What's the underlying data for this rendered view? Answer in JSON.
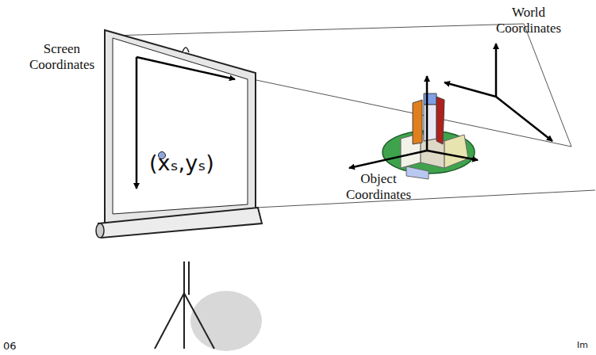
{
  "diagram": {
    "labels": [
      "Screen Coordinates",
      "World Coordinates",
      "Object Coordinates",
      "(xₛ,yₛ)",
      "06",
      "Im"
    ]
  }
}
